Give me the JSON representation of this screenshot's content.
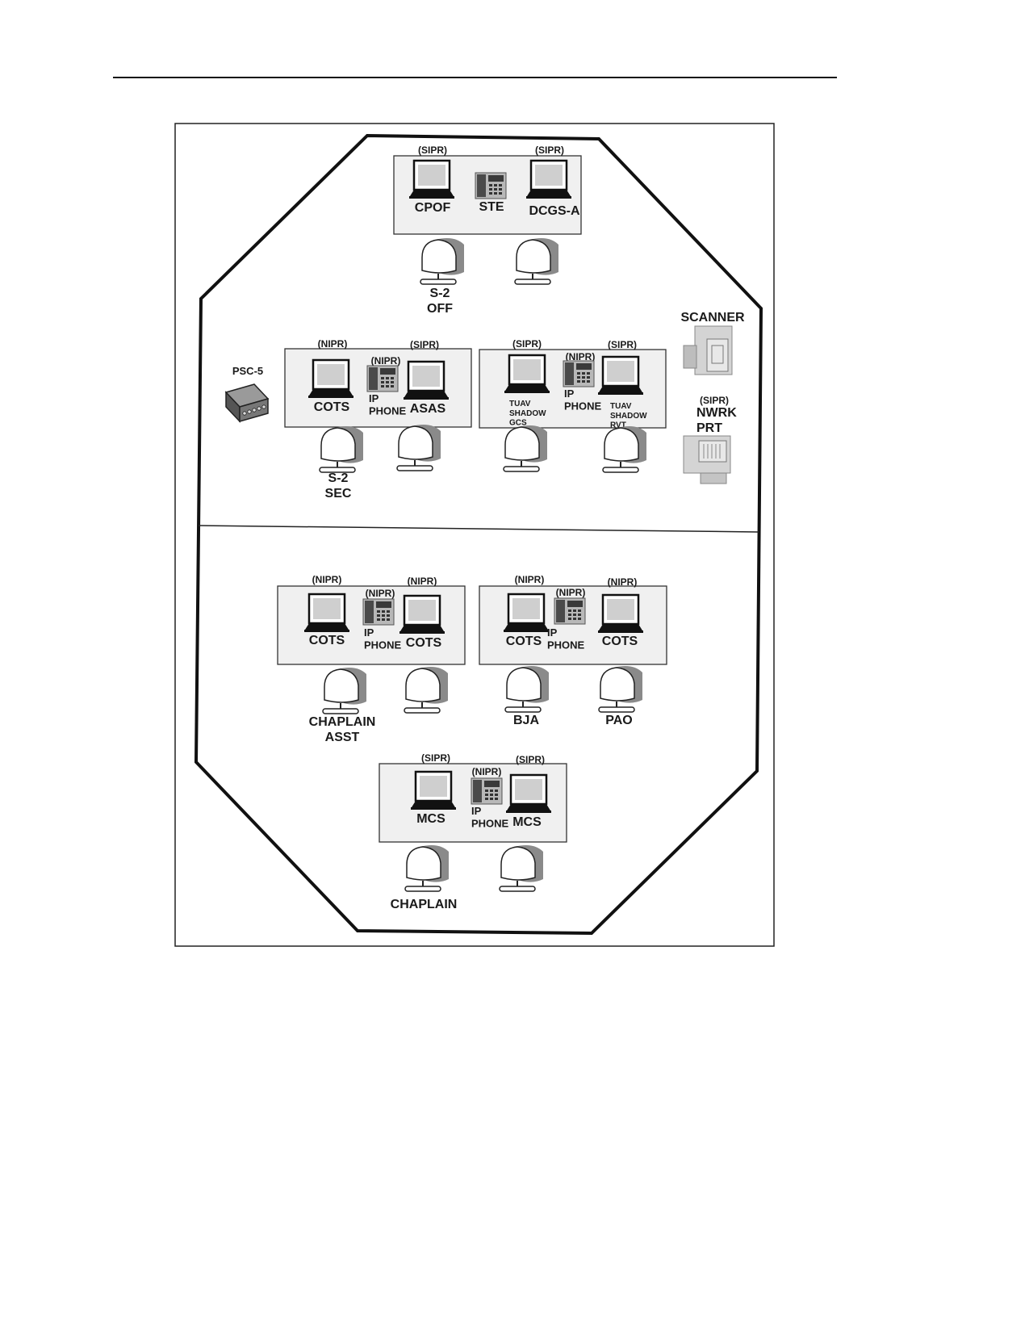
{
  "diagram": {
    "sections": [
      {
        "workstations": [
          {
            "network": "(SIPR)",
            "label": "CPOF"
          },
          {
            "label": "STE"
          },
          {
            "network": "(SIPR)",
            "label": "DCGS-A"
          }
        ],
        "seats": [
          {
            "label": "S-2\nOFF"
          },
          {
            "label": ""
          }
        ]
      },
      {
        "workstations": [
          {
            "network": "(NIPR)",
            "label": "COTS"
          },
          {
            "network": "(NIPR)",
            "label": "IP\nPHONE"
          },
          {
            "network": "(SIPR)",
            "label": "ASAS"
          }
        ],
        "seats": [
          {
            "label": "S-2\nSEC"
          },
          {
            "label": ""
          }
        ]
      },
      {
        "workstations": [
          {
            "network": "(SIPR)",
            "label": "TUAV\nSHADOW\nGCS"
          },
          {
            "network": "(NIPR)",
            "label": "IP\nPHONE"
          },
          {
            "network": "(SIPR)",
            "label": "TUAV\nSHADOW\nRVT"
          }
        ],
        "seats": [
          {
            "label": ""
          },
          {
            "label": ""
          }
        ]
      },
      {
        "workstations": [
          {
            "network": "(NIPR)",
            "label": "COTS"
          },
          {
            "network": "(NIPR)",
            "label": "IP\nPHONE"
          },
          {
            "network": "(NIPR)",
            "label": "COTS"
          }
        ],
        "seats": [
          {
            "label": "CHAPLAIN\nASST"
          },
          {
            "label": ""
          }
        ]
      },
      {
        "workstations": [
          {
            "network": "(NIPR)",
            "label": "COTS"
          },
          {
            "network": "(NIPR)",
            "label": "IP\nPHONE"
          },
          {
            "network": "(NIPR)",
            "label": "COTS"
          }
        ],
        "seats": [
          {
            "label": "BJA"
          },
          {
            "label": "PAO"
          }
        ]
      },
      {
        "workstations": [
          {
            "network": "(SIPR)",
            "label": "MCS"
          },
          {
            "network": "(NIPR)",
            "label": "IP\nPHONE"
          },
          {
            "network": "(SIPR)",
            "label": "MCS"
          }
        ],
        "seats": [
          {
            "label": "CHAPLAIN"
          },
          {
            "label": ""
          }
        ]
      }
    ],
    "devices": {
      "psc5": {
        "label": "PSC-5"
      },
      "scanner": {
        "label": "SCANNER"
      },
      "printer": {
        "network": "(SIPR)",
        "label": "NWRK\nPRT"
      }
    }
  }
}
